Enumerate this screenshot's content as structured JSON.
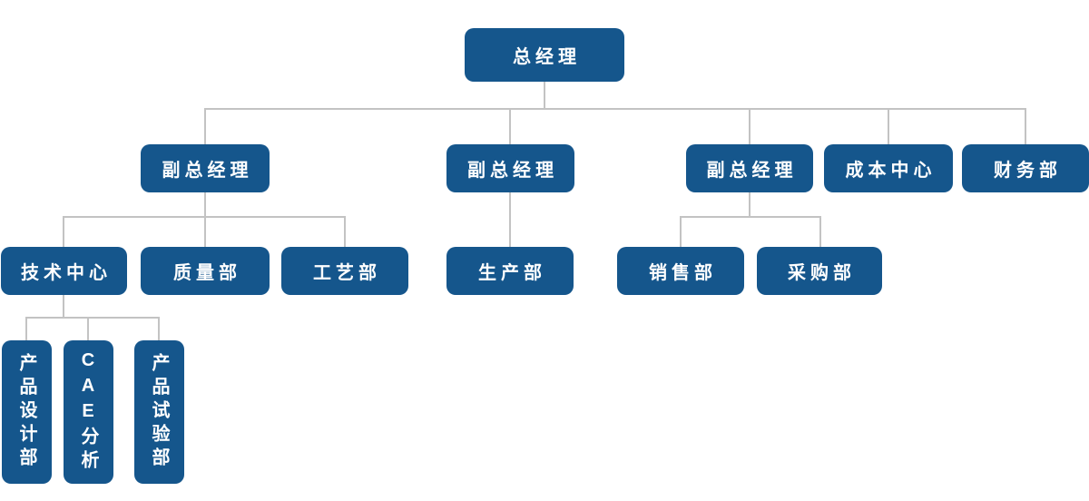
{
  "diagram": {
    "type": "org-chart",
    "edges": [
      {
        "parent": "general_manager",
        "children": [
          "deputy_gm_1",
          "deputy_gm_2",
          "deputy_gm_3",
          "cost_center",
          "finance_dept"
        ]
      },
      {
        "parent": "deputy_gm_1",
        "children": [
          "tech_center",
          "quality_dept",
          "process_dept"
        ]
      },
      {
        "parent": "deputy_gm_2",
        "children": [
          "production_dept"
        ]
      },
      {
        "parent": "deputy_gm_3",
        "children": [
          "sales_dept",
          "purchasing_dept"
        ]
      },
      {
        "parent": "tech_center",
        "children": [
          "product_design_dept",
          "cae_analysis",
          "product_test_dept"
        ]
      }
    ]
  },
  "colors": {
    "node_background": "#15568C",
    "node_text": "#FFFFFF",
    "connector": "#C3C3C3",
    "page_background": "#FFFFFF"
  },
  "nodes": {
    "general_manager": {
      "label": "总经理"
    },
    "deputy_gm_1": {
      "label": "副总经理"
    },
    "deputy_gm_2": {
      "label": "副总经理"
    },
    "deputy_gm_3": {
      "label": "副总经理"
    },
    "cost_center": {
      "label": "成本中心"
    },
    "finance_dept": {
      "label": "财务部"
    },
    "tech_center": {
      "label": "技术中心"
    },
    "quality_dept": {
      "label": "质量部"
    },
    "process_dept": {
      "label": "工艺部"
    },
    "production_dept": {
      "label": "生产部"
    },
    "sales_dept": {
      "label": "销售部"
    },
    "purchasing_dept": {
      "label": "采购部"
    },
    "product_design_dept": {
      "label": "产品设计部"
    },
    "cae_analysis": {
      "label": "CAE分析"
    },
    "product_test_dept": {
      "label": "产品试验部"
    }
  }
}
